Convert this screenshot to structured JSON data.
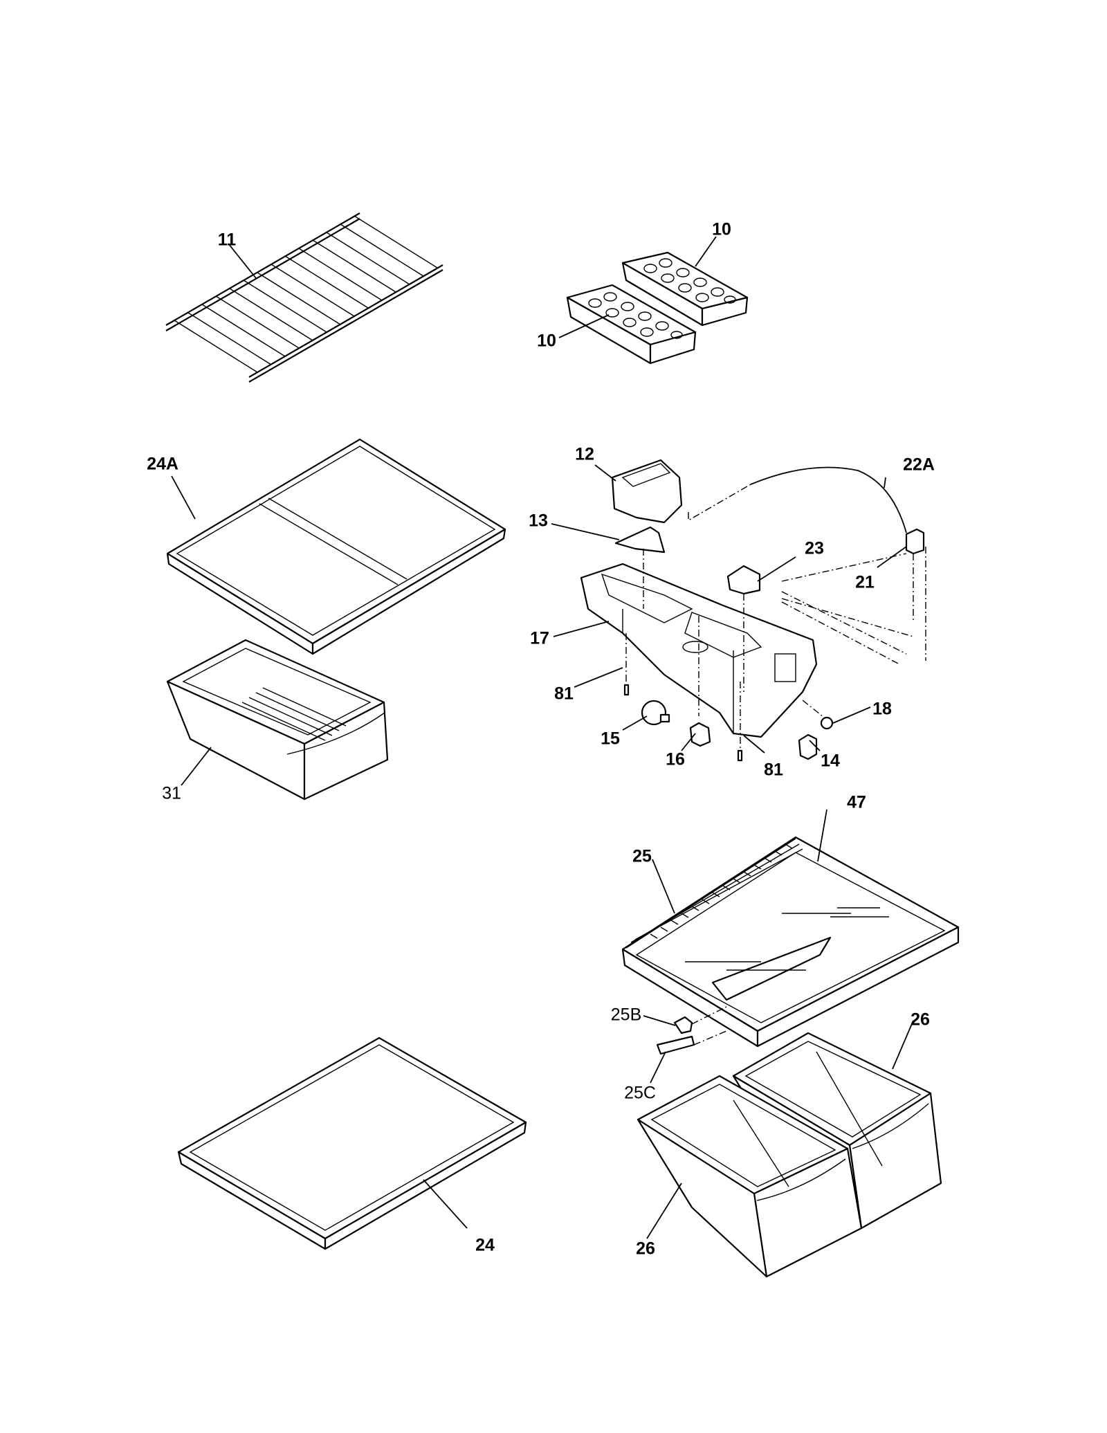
{
  "diagram": {
    "labels": {
      "wire_shelf": "11",
      "ice_tray_right": "10",
      "ice_tray_left": "10",
      "shelf_24a": "24A",
      "crisper_31": "31",
      "part_12": "12",
      "part_13": "13",
      "part_17": "17",
      "screw_left": "81",
      "bulb_15": "15",
      "socket_16": "16",
      "screw_right": "81",
      "switch_14": "14",
      "knob_18": "18",
      "control_23": "23",
      "harness_22a": "22A",
      "connector_21": "21",
      "cover_47": "47",
      "frame_25": "25",
      "part_25b": "25B",
      "part_25c": "25C",
      "crisper_right": "26",
      "crisper_left": "26",
      "shelf_24": "24"
    }
  }
}
